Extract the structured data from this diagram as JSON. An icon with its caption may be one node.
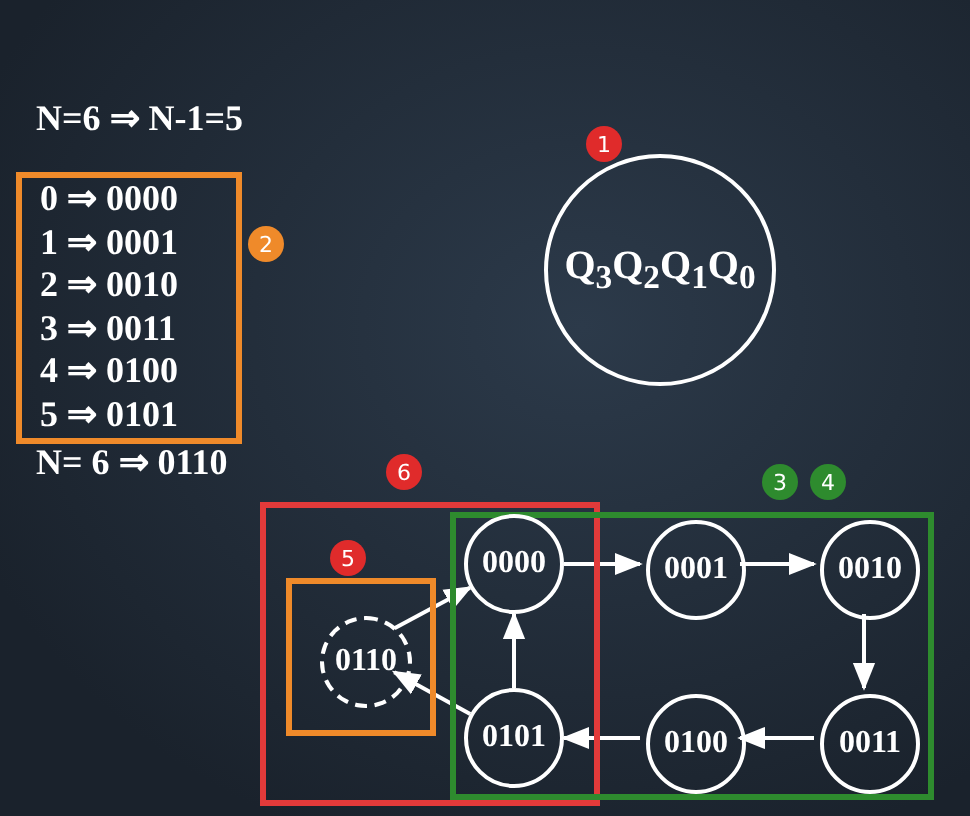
{
  "diagram": {
    "nodes": [
      {
        "text": [
          "Q$_{3}$Q$_{2}$Q$_{1}$Q$_{0}$"
        ],
        "beside": [
          "1"
        ]
      },
      {
        "text": [
          "0 ⇒ 0000",
          "1 ⇒ 0001",
          "2 ⇒ 0010",
          "3 ⇒ 0011",
          "4 ⇒ 0100",
          "5 ⇒ 0101"
        ],
        "beside": [
          "2"
        ]
      },
      {
        "text": [],
        "shape": "box",
        "beside": [
          "6"
        ]
      },
      {
        "text": [],
        "shape": "box",
        "in": 2,
        "beside": [
          "5"
        ]
      },
      {
        "text": [
          "0110"
        ],
        "in": 3
      },
      {
        "text": [],
        "shape": "box",
        "beside": [
          "3",
          "4"
        ]
      },
      {
        "text": [
          "0000"
        ]
      },
      {
        "text": [
          "0001"
        ],
        "in": 5
      },
      {
        "text": [
          "0010"
        ],
        "in": 5
      },
      {
        "text": [
          "0011"
        ],
        "in": 5
      },
      {
        "text": [
          "0100"
        ],
        "in": 5
      },
      {
        "text": [
          "0101"
        ]
      }
    ],
    "edges": [
      {
        "from": 4,
        "to": 6,
        "arrow": "to"
      },
      {
        "from": 6,
        "to": 7,
        "arrow": "to"
      },
      {
        "from": 7,
        "to": 8,
        "arrow": "to"
      },
      {
        "from": 8,
        "to": 9,
        "arrow": "to"
      },
      {
        "from": 9,
        "to": 10,
        "arrow": "to"
      },
      {
        "from": 10,
        "to": 11,
        "arrow": "to"
      },
      {
        "from": 11,
        "to": 6,
        "arrow": "to"
      },
      {
        "from": 11,
        "to": 4,
        "arrow": "to"
      }
    ],
    "labels": [
      "N=6 ⇒ N-1=5",
      "N= 6 ⇒ 0110"
    ]
  }
}
